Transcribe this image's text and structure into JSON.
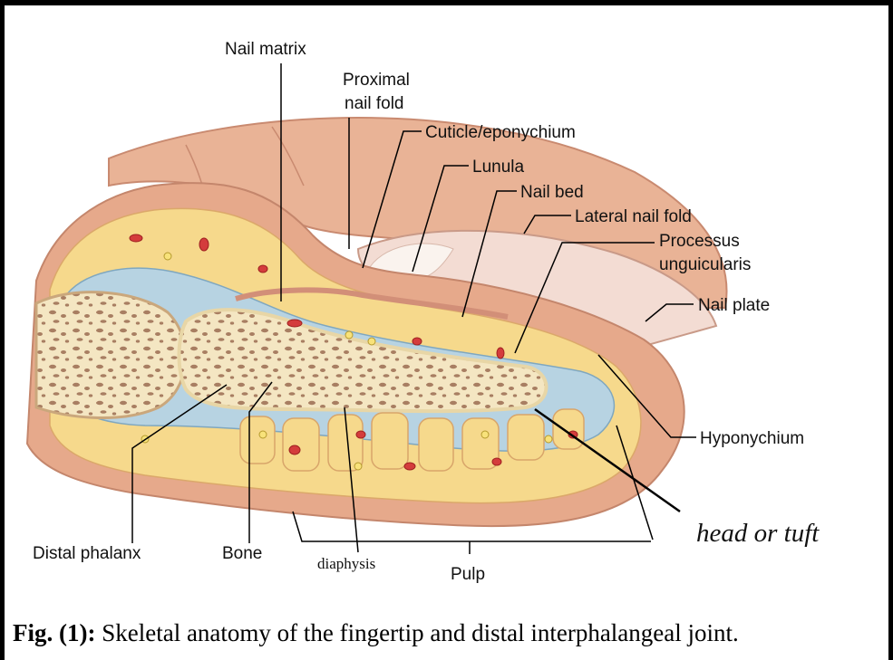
{
  "labels": {
    "nail_matrix": "Nail matrix",
    "proximal_nail_fold_1": "Proximal",
    "proximal_nail_fold_2": "nail fold",
    "cuticle": "Cuticle/eponychium",
    "lunula": "Lunula",
    "nail_bed": "Nail bed",
    "lateral_nail_fold": "Lateral nail fold",
    "processus_1": "Processus",
    "processus_2": "unguicularis",
    "nail_plate": "Nail plate",
    "hyponychium": "Hyponychium",
    "head_or_tuft": "head or tuft",
    "distal_phalanx": "Distal phalanx",
    "bone": "Bone",
    "diaphysis": "diaphysis",
    "pulp": "Pulp"
  },
  "caption": {
    "prefix": "Fig. (1):",
    "text": " Skeletal anatomy of the fingertip and distal interphalangeal joint."
  },
  "colors": {
    "skin": "#e7ab8f",
    "skin_light": "#f3c8b3",
    "fat": "#f6d98c",
    "bone": "#f4e6c2",
    "bone_cavity": "#a87e62",
    "blue_tissue": "#b7d3e2",
    "vessel": "#d43c3c",
    "nail": "#f4e4dc"
  }
}
